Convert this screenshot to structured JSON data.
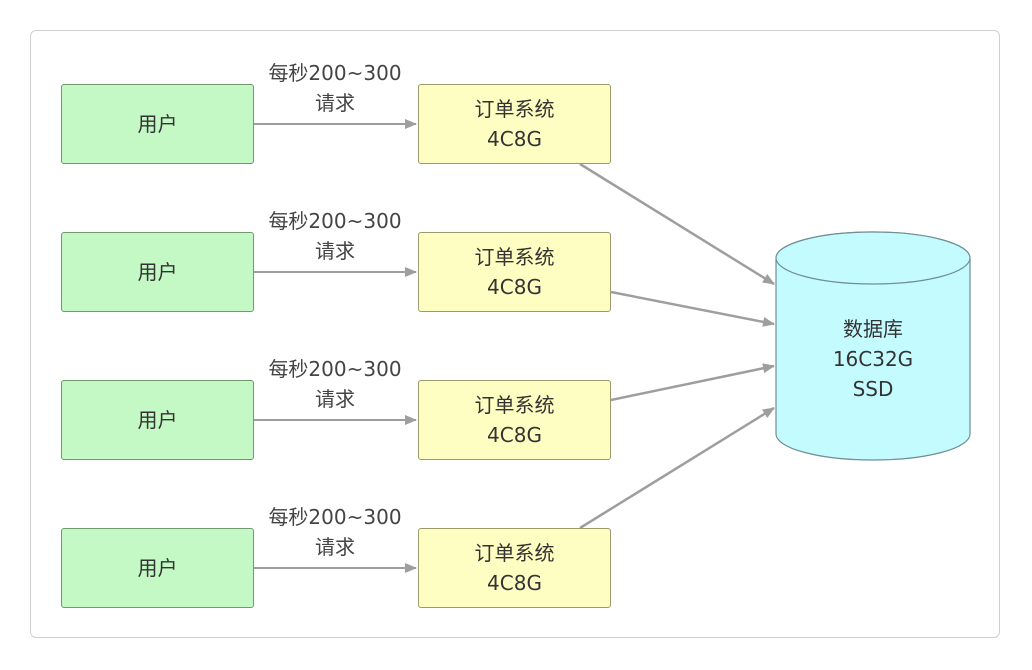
{
  "users": [
    {
      "label": "用户"
    },
    {
      "label": "用户"
    },
    {
      "label": "用户"
    },
    {
      "label": "用户"
    }
  ],
  "requests": [
    {
      "line1": "每秒200~300",
      "line2": "请求"
    },
    {
      "line1": "每秒200~300",
      "line2": "请求"
    },
    {
      "line1": "每秒200~300",
      "line2": "请求"
    },
    {
      "line1": "每秒200~300",
      "line2": "请求"
    }
  ],
  "order_systems": [
    {
      "name": "订单系统",
      "spec": "4C8G"
    },
    {
      "name": "订单系统",
      "spec": "4C8G"
    },
    {
      "name": "订单系统",
      "spec": "4C8G"
    },
    {
      "name": "订单系统",
      "spec": "4C8G"
    }
  ],
  "database": {
    "name": "数据库",
    "spec": "16C32G",
    "storage": "SSD"
  },
  "colors": {
    "user_fill": "#c4f8c4",
    "order_fill": "#fefec2",
    "database_fill": "#c4fbff",
    "arrow": "#9e9e9e"
  }
}
